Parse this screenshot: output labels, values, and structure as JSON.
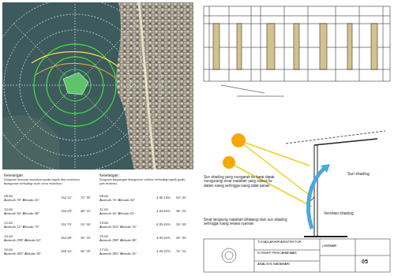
{
  "diagram": {
    "labels": [
      "Keterangan :",
      "Diagram lintasan matahari pada tapak dan orientasi bangunan terhadap arah sinar matahari",
      "Keterangan :",
      "Diagram bayangan bangunan sekitar terhadap tapak pada jam tertentu",
      "08.00",
      "Azimuth 78° Altitude 20°",
      "154.12°",
      "72° 35'",
      "10.00",
      "Azimuth 56° Altitude 48°",
      "136.29°",
      "48° 10'",
      "12.00",
      "Azimuth 12° Altitude 72°",
      "114.73°",
      "20° 55'",
      "14.00",
      "Azimuth 298° Altitude 62°",
      "254.08°",
      "35° 15'",
      "16.00",
      "Azimuth 282° Altitude 34°",
      "268.10°",
      "56° 25'",
      "09.00",
      "Azimuth 70° Altitude 34°",
      "4.36.13%",
      "63° 40'",
      "11.00",
      "Azimuth 40° Altitude 61°",
      "4.34.60%",
      "36° 20'",
      "13.00",
      "Azimuth 310° Altitude 70°",
      "4.35.40%",
      "26° 05'",
      "15.00",
      "Azimuth 288° Altitude 48°",
      "4.35.50%",
      "45° 30'",
      "17.00",
      "Azimuth 280° Altitude 20°",
      "4.35.32%",
      "70° 10'",
      "Sun shading yang mengarah ke barat dapat mengurangi sinar matahari yang masuk ke dalam ruang sehingga ruang tidak panas",
      "Sinar langsung matahari dihalangi oleh sun shading sehingga ruang terasa nyaman",
      "Sun shading",
      "Ventilasi shading",
      "TUGAS AKHIR ARSITEKTUR",
      "KONSEP PENCAHAYAAN",
      "ANALISIS MATAHARI",
      "LEMBAR",
      "05"
    ]
  }
}
